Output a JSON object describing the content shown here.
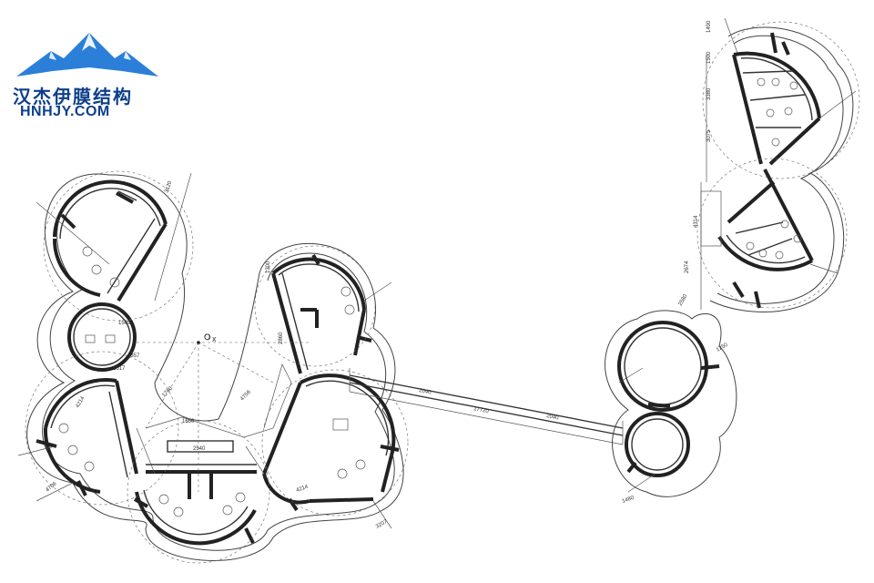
{
  "logo": {
    "chinese_name": "汉杰伊膜结构",
    "website": "HNHJY.COM",
    "brand_color": "#2b7fd9",
    "text_color": "#0d3f8a"
  },
  "drawing": {
    "origin_label": "O",
    "origin_axis_label": "x",
    "corridor_dims": [
      "17720",
      "2040",
      "2040"
    ],
    "left_dims": [
      "1509",
      "1517",
      "1357",
      "3120",
      "1650",
      "4706",
      "1760",
      "4214"
    ],
    "center_dims": [
      "2540",
      "1300",
      "4756",
      "2860",
      "4214",
      "3207"
    ],
    "right_dims": [
      "1490",
      "1500",
      "3380",
      "3075",
      "4314",
      "2674",
      "2580",
      "1250",
      "1480"
    ],
    "line_color": "#222222"
  }
}
